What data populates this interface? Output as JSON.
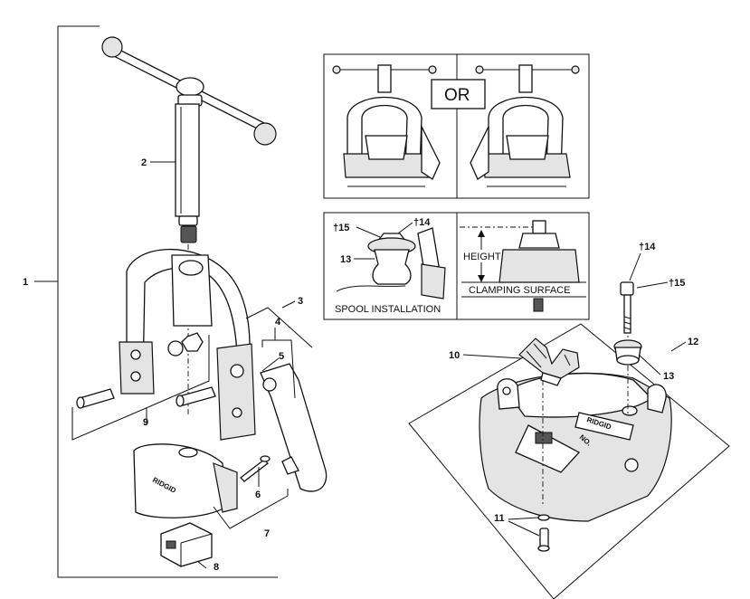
{
  "callouts": {
    "c1": "1",
    "c2": "2",
    "c3": "3",
    "c4": "4",
    "c5": "5",
    "c6": "6",
    "c7": "7",
    "c8": "8",
    "c9": "9",
    "c10": "10",
    "c11": "11",
    "c12": "12",
    "c13": "13",
    "c14": "†14",
    "c15": "†15"
  },
  "inset_or": {
    "label": "OR"
  },
  "inset_spool": {
    "label": "SPOOL INSTALLATION",
    "c15": "†15",
    "c14": "†14",
    "c13": "13"
  },
  "inset_height": {
    "height_label": "HEIGHT",
    "surface_label": "CLAMPING SURFACE"
  },
  "brand": {
    "jaw_text": "RIDGID",
    "base_text": "RIDGID",
    "base_model": "NO."
  }
}
